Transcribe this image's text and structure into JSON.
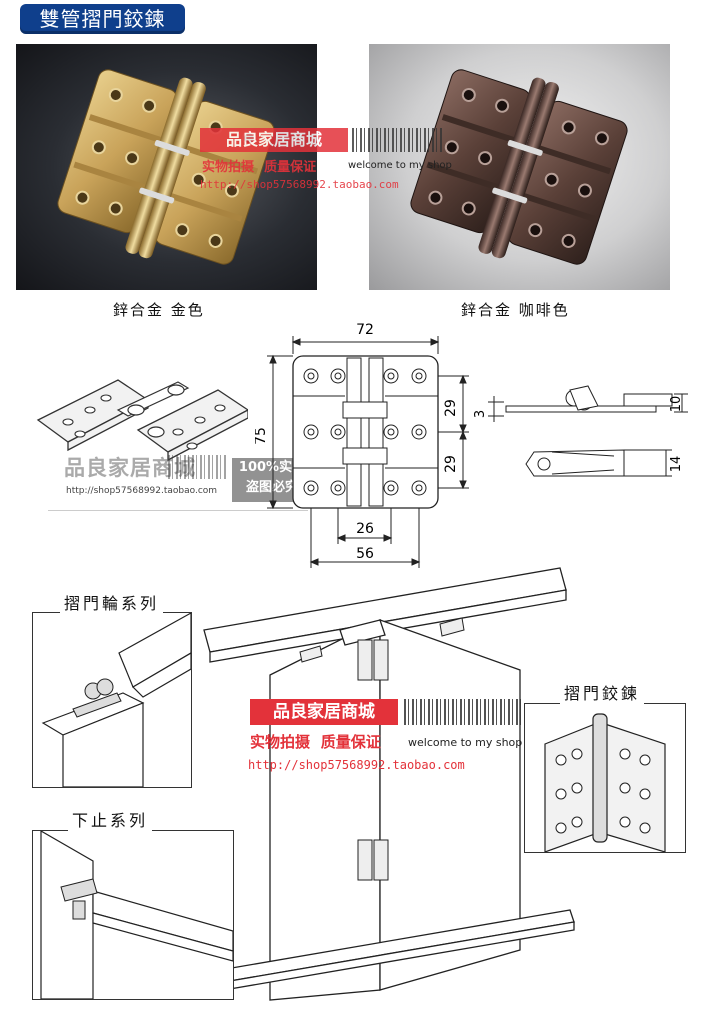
{
  "header": {
    "title": "雙管摺門鉸鍊"
  },
  "photos": {
    "gold_caption": "鋅合金 金色",
    "coffee_caption": "鋅合金 咖啡色"
  },
  "watermark": {
    "shop_name": "品良家居商城",
    "slogan_1": "实物拍摄",
    "slogan_2": "质量保证",
    "welcome": "welcome to my shop",
    "url": "http://shop57568992.taobao.com",
    "small_shop": "品良家居商城",
    "small_url": "http://shop57568992.taobao.com",
    "badge_line1": "100%实拍",
    "badge_line2": "盗图必究"
  },
  "dimensions": {
    "width": "72",
    "height": "75",
    "pitch_upper": "29",
    "pitch_lower": "29",
    "inner_width": "26",
    "outer_width": "56",
    "thickness": "3",
    "knuckle": "10",
    "open_depth": "14"
  },
  "install": {
    "track_series": "摺門輪系列",
    "stop_series": "下止系列",
    "hinge_label": "摺門鉸鍊"
  },
  "colors": {
    "title_bg": "#0f3f8c",
    "watermark_red": "#e3323a",
    "gold": "#c9a35a",
    "coffee": "#5a4038"
  }
}
